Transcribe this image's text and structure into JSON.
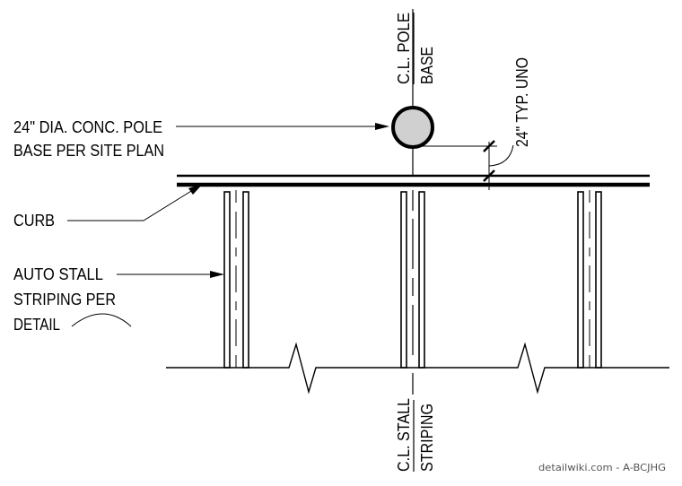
{
  "labels": {
    "pole_cl_line1": "C.L. POLE",
    "pole_cl_line2": "BASE",
    "pole_base_line1": "24\" DIA. CONC. POLE",
    "pole_base_line2": "BASE PER SITE PLAN",
    "curb": "CURB",
    "striping_line1": "AUTO STALL",
    "striping_line2": "STRIPING PER",
    "striping_line3": "DETAIL",
    "dimension": "24\" TYP. UNO",
    "stall_cl_line1": "C.L. STALL",
    "stall_cl_line2": "STRIPING"
  },
  "watermark": "detailwiki.com - A-BCJHG",
  "colors": {
    "line": "#000000",
    "pole_fill": "#d0d0d0",
    "watermark": "#555555"
  }
}
